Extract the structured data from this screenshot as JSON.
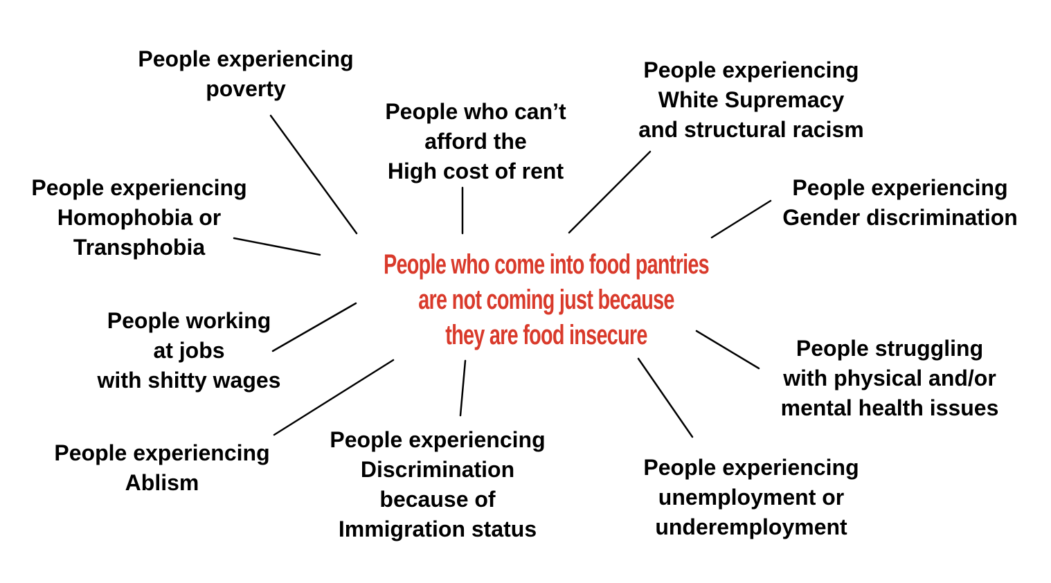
{
  "center": {
    "lines": [
      "People who come into food pantries",
      "are not coming just because",
      "they are food insecure"
    ],
    "color": "#d93a2b"
  },
  "nodes": [
    {
      "id": "poverty",
      "lines": [
        "People experiencing",
        "poverty"
      ]
    },
    {
      "id": "rent",
      "lines": [
        "People who can’t",
        "afford the",
        "High cost of rent"
      ]
    },
    {
      "id": "racism",
      "lines": [
        "People experiencing",
        "White Supremacy",
        "and structural racism"
      ]
    },
    {
      "id": "homophobia",
      "lines": [
        "People experiencing",
        "Homophobia or",
        "Transphobia"
      ]
    },
    {
      "id": "gender",
      "lines": [
        "People experiencing",
        "Gender discrimination"
      ]
    },
    {
      "id": "wages",
      "lines": [
        "People working",
        "at jobs",
        "with shitty wages"
      ]
    },
    {
      "id": "health",
      "lines": [
        "People struggling",
        "with physical and/or",
        "mental health issues"
      ]
    },
    {
      "id": "ablism",
      "lines": [
        "People experiencing",
        "Ablism"
      ]
    },
    {
      "id": "immigration",
      "lines": [
        "People experiencing",
        "Discrimination",
        "because of",
        "Immigration status"
      ]
    },
    {
      "id": "unemployment",
      "lines": [
        "People experiencing",
        "unemployment or",
        "underemployment"
      ]
    }
  ]
}
